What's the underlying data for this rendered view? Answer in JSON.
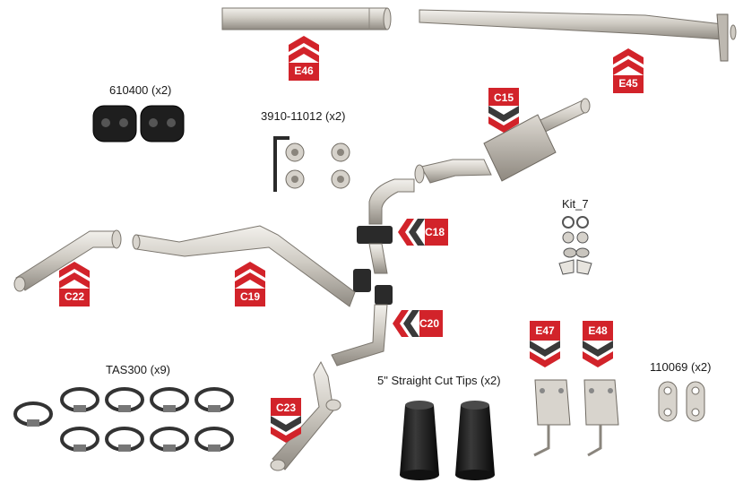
{
  "accent_color": "#d2232a",
  "chevron_color": "#d2232a",
  "dark_chevron_color": "#3a3a3a",
  "part_labels": {
    "isolator": "610400 (x2)",
    "hardware": "3910-11012 (x2)",
    "kit": "Kit_7",
    "clamps": "TAS300 (x9)",
    "tips": "5\" Straight Cut Tips (x2)",
    "plates": "110069 (x2)"
  },
  "tags": {
    "e46": "E46",
    "e45": "E45",
    "c15": "C15",
    "c18": "C18",
    "c22": "C22",
    "c19": "C19",
    "c20": "C20",
    "c23": "C23",
    "e47": "E47",
    "e48": "E48"
  },
  "icons": [
    "pipe",
    "muffler",
    "clamp",
    "exhaust-tip",
    "hanger-bracket",
    "rubber-isolator",
    "hex-key",
    "hardware-nut",
    "link-plate"
  ]
}
